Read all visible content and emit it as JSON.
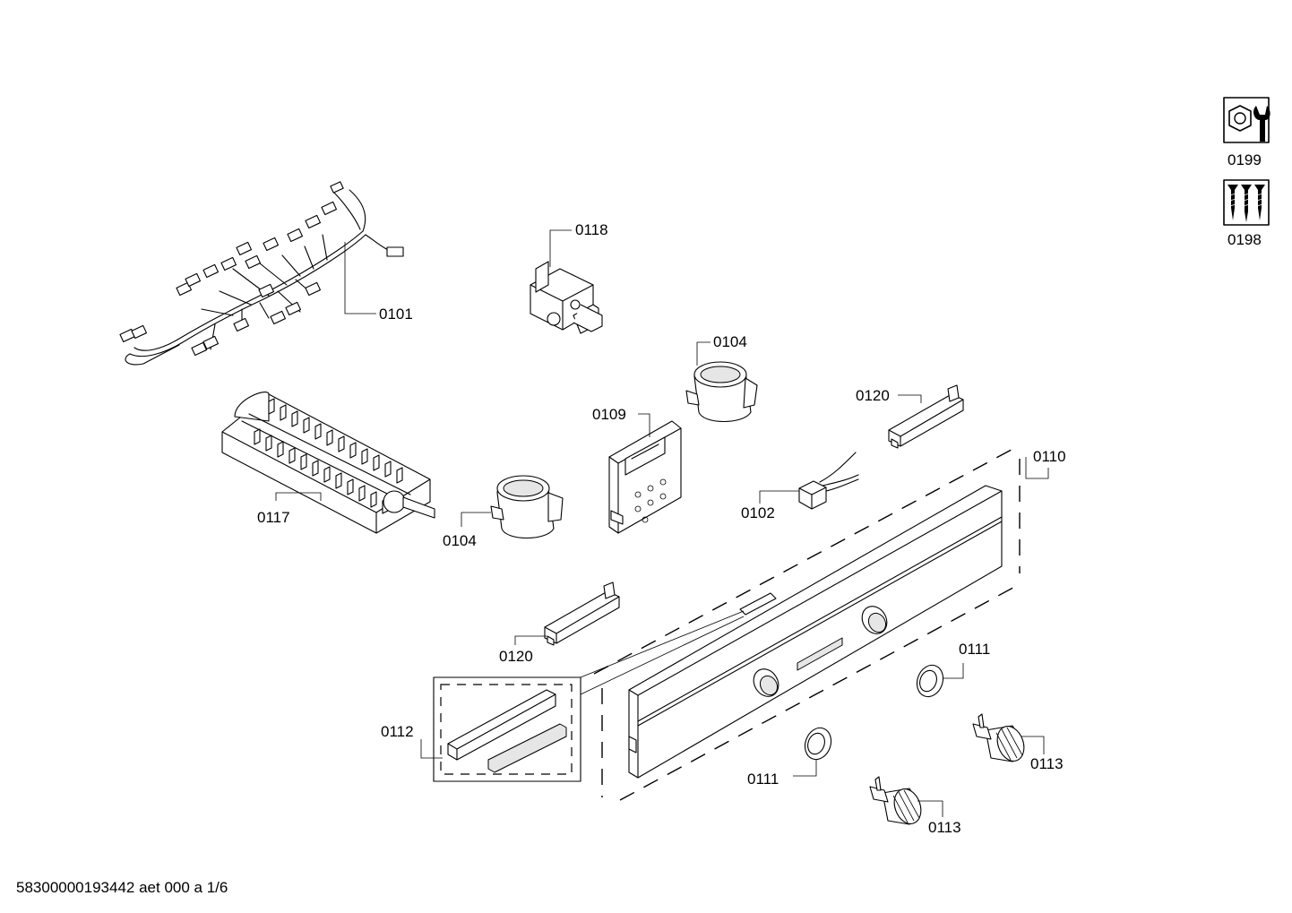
{
  "labels": {
    "p0101": "0101",
    "p0118": "0118",
    "p0104a": "0104",
    "p0104b": "0104",
    "p0109": "0109",
    "p0117": "0117",
    "p0120a": "0120",
    "p0120b": "0120",
    "p0110": "0110",
    "p0102": "0102",
    "p0111a": "0111",
    "p0111b": "0111",
    "p0112": "0112",
    "p0113a": "0113",
    "p0113b": "0113",
    "p0199": "0199",
    "p0198": "0198"
  },
  "side_icons": {
    "icon_0199": "wrench-nut-icon",
    "icon_0198": "screws-icon"
  },
  "footer": "58300000193442 aet 000 a 1/6"
}
